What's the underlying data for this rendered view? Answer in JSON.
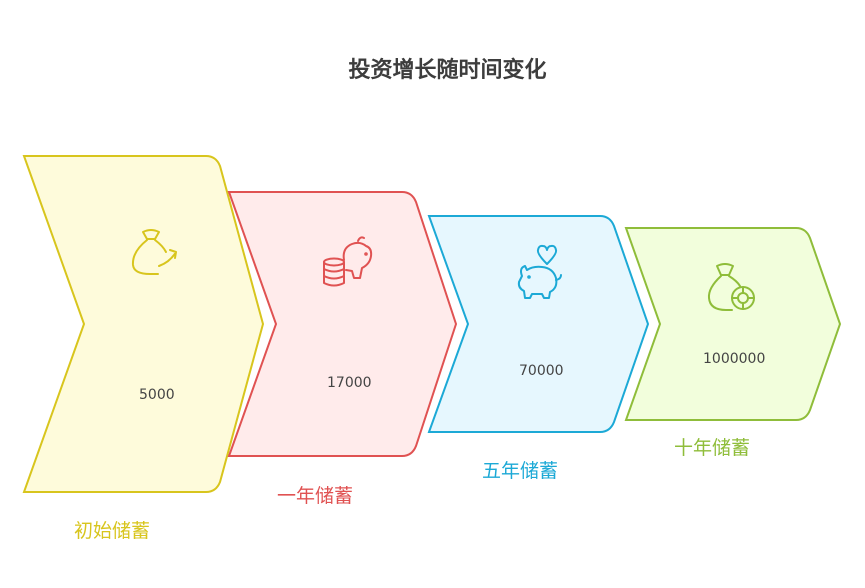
{
  "title": "投资增长随时间变化",
  "stages": [
    {
      "label": "初始储蓄",
      "value": "5000",
      "color": "#d8c51d",
      "fill": "#fefbdb",
      "icon": "money-bag-arrow-icon"
    },
    {
      "label": "一年储蓄",
      "value": "17000",
      "color": "#e05252",
      "fill": "#ffebeb",
      "icon": "piggy-bank-coins-icon"
    },
    {
      "label": "五年储蓄",
      "value": "70000",
      "color": "#1ca9d6",
      "fill": "#e6f7fe",
      "icon": "piggy-bank-heart-icon"
    },
    {
      "label": "十年储蓄",
      "value": "1000000",
      "color": "#8fbd3a",
      "fill": "#f2fedc",
      "icon": "money-bag-coin-icon"
    }
  ]
}
